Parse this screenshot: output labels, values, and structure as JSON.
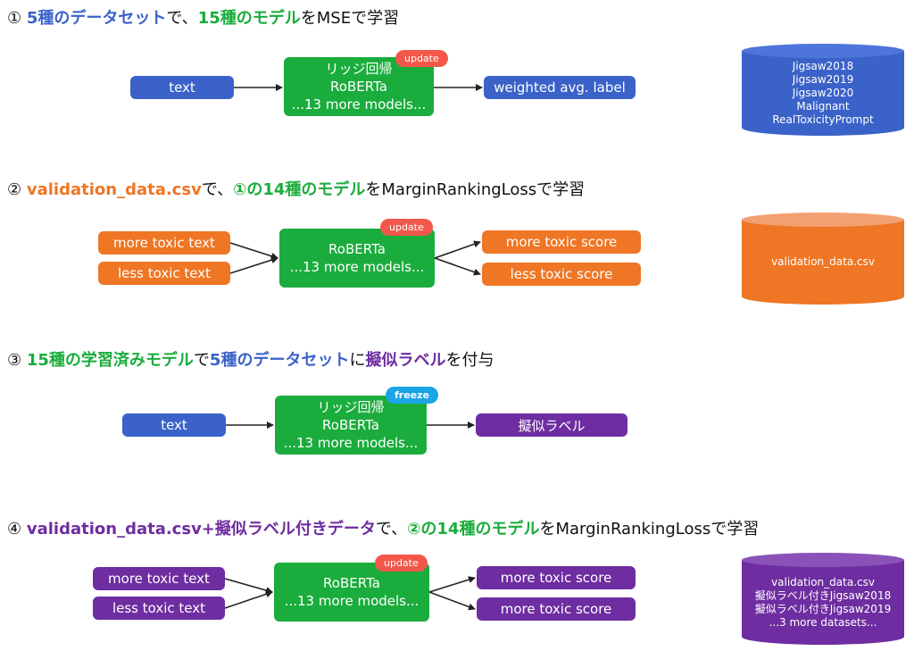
{
  "sections": [
    {
      "heading": [
        {
          "text": "① ",
          "color": ""
        },
        {
          "text": "5種のデータセット",
          "color": "blue"
        },
        {
          "text": "で、",
          "color": ""
        },
        {
          "text": "15種のモデル",
          "color": "green"
        },
        {
          "text": "をMSEで学習",
          "color": ""
        }
      ],
      "input_label": "text",
      "model_lines": [
        "リッジ回帰",
        "RoBERTa",
        "...13 more models..."
      ],
      "badge": "update",
      "output_label": "weighted avg. label",
      "dataset_lines": [
        "Jigsaw2018",
        "Jigsaw2019",
        "Jigsaw2020",
        "Malignant",
        "RealToxicityPrompt"
      ]
    },
    {
      "heading": [
        {
          "text": "② ",
          "color": ""
        },
        {
          "text": "validation_data.csv",
          "color": "orange"
        },
        {
          "text": "で、",
          "color": ""
        },
        {
          "text": "①の14種のモデル",
          "color": "green"
        },
        {
          "text": "をMarginRankingLossで学習",
          "color": ""
        }
      ],
      "input_labels": [
        "more toxic text",
        "less toxic text"
      ],
      "model_lines": [
        "RoBERTa",
        "...13 more models..."
      ],
      "badge": "update",
      "output_labels": [
        "more toxic score",
        "less toxic score"
      ],
      "dataset_lines": [
        "validation_data.csv"
      ]
    },
    {
      "heading": [
        {
          "text": "③ ",
          "color": ""
        },
        {
          "text": "15種の学習済みモデル",
          "color": "green"
        },
        {
          "text": "で",
          "color": ""
        },
        {
          "text": "5種のデータセット",
          "color": "blue"
        },
        {
          "text": "に",
          "color": ""
        },
        {
          "text": "擬似ラベル",
          "color": "purple"
        },
        {
          "text": "を付与",
          "color": ""
        }
      ],
      "input_label": "text",
      "model_lines": [
        "リッジ回帰",
        "RoBERTa",
        "...13 more models..."
      ],
      "badge": "freeze",
      "output_label": "擬似ラベル"
    },
    {
      "heading": [
        {
          "text": "④ ",
          "color": ""
        },
        {
          "text": "validation_data.csv+擬似ラベル付きデータ",
          "color": "purple"
        },
        {
          "text": "で、",
          "color": ""
        },
        {
          "text": "②の14種のモデル",
          "color": "green"
        },
        {
          "text": "をMarginRankingLossで学習",
          "color": ""
        }
      ],
      "input_labels": [
        "more toxic text",
        "less toxic text"
      ],
      "model_lines": [
        "RoBERTa",
        "...13 more models..."
      ],
      "badge": "update",
      "output_labels": [
        "more toxic score",
        "more toxic score"
      ],
      "dataset_lines": [
        "validation_data.csv",
        "擬似ラベル付きJigsaw2018",
        "擬似ラベル付きJigsaw2019",
        "...3 more datasets..."
      ]
    }
  ],
  "colors": {
    "blue": "#3a62c8",
    "green": "#1aac3c",
    "orange": "#ef7624",
    "purple": "#6e2da0",
    "badge_update": "#f2574a",
    "badge_freeze": "#1ba4e6"
  }
}
